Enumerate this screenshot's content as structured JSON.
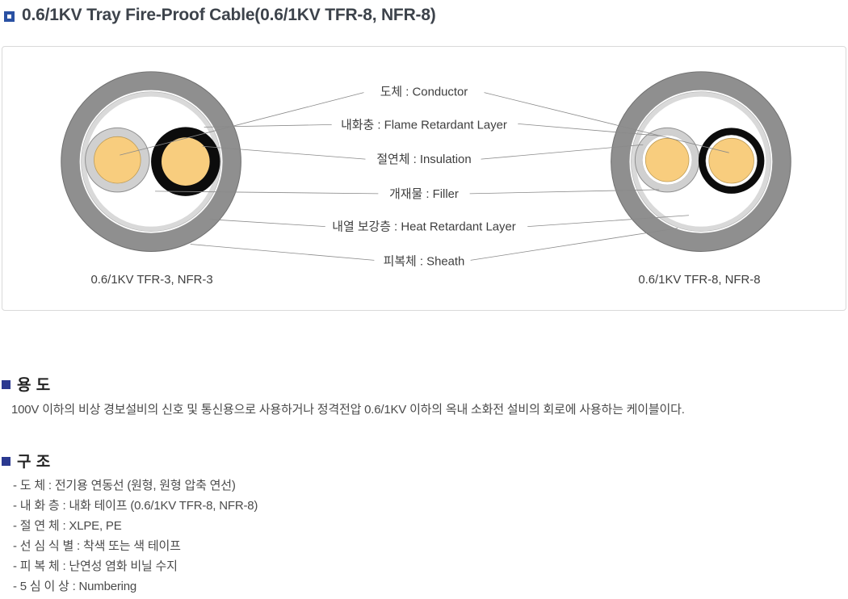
{
  "page": {
    "title": "0.6/1KV Tray Fire-Proof Cable(0.6/1KV TFR-8, NFR-8)"
  },
  "diagram": {
    "labels": [
      "도체 : Conductor",
      "내화충 : Flame Retardant Layer",
      "절연체 : Insulation",
      "개재물 : Filler",
      "내열 보강층 : Heat Retardant Layer",
      "피복체 : Sheath"
    ],
    "caption_left": "0.6/1KV TFR-3, NFR-3",
    "caption_right": "0.6/1KV TFR-8, NFR-8"
  },
  "sections": {
    "usage": {
      "title": "용 도",
      "body": "100V 이하의 비상 경보설비의 신호 및 통신용으로 사용하거나 정격전압 0.6/1KV 이하의 옥내 소화전 설비의 회로에 사용하는 케이블이다."
    },
    "structure": {
      "title": "구 조",
      "items": [
        "- 도 체 : 전기용 연동선 (원형, 원형 압축 연선)",
        "- 내 화 층 : 내화 테이프 (0.6/1KV TFR-8, NFR-8)",
        "- 절 연 체 : XLPE, PE",
        "- 선 심 식 별 : 착색 또는 색 테이프",
        "- 피 복 체 : 난연성 염화 비닐 수지",
        "- 5 심 이 상 : Numbering"
      ]
    }
  },
  "colors": {
    "accent_blue": "#2a51a3",
    "bullet_navy": "#2b3990",
    "sheath_gray": "#8f8f8f",
    "layer_light_gray": "#d9d9d9",
    "core_ring_gray": "#d0d0d0",
    "insulation_black": "#0c0c0c",
    "conductor_orange": "#f8cd7e",
    "panel_border": "#d9d9d9",
    "leader_line": "#8a8a8a"
  }
}
